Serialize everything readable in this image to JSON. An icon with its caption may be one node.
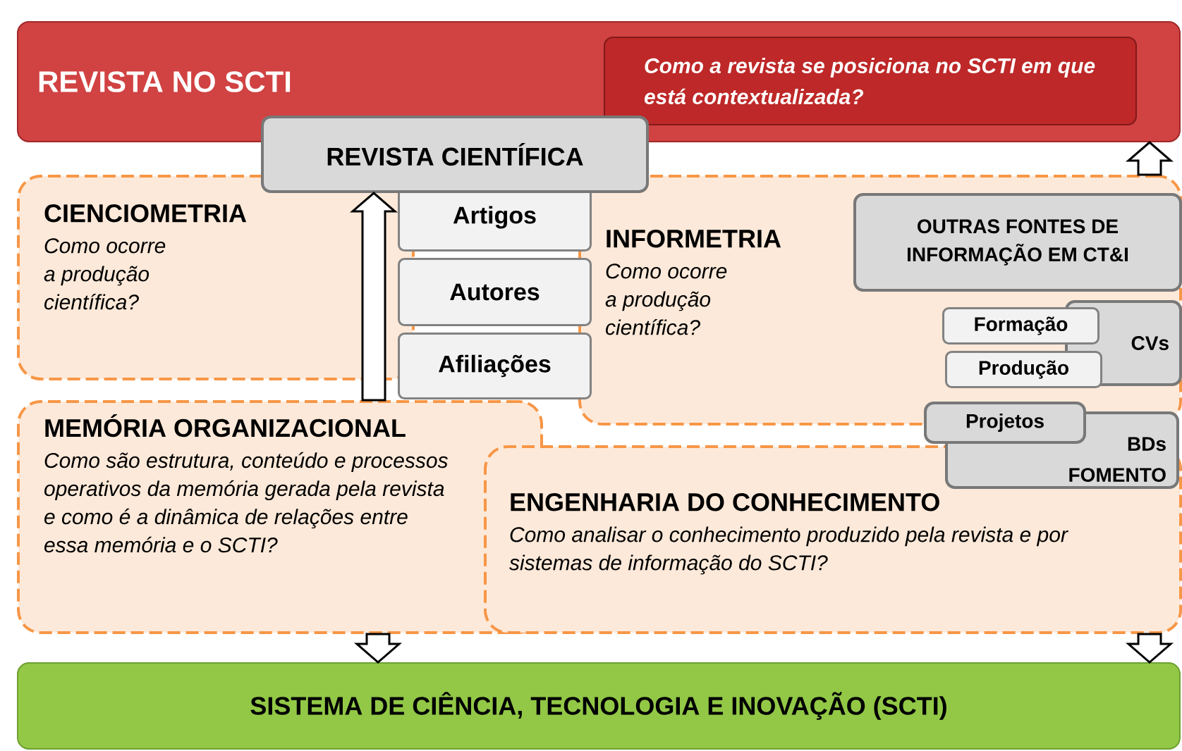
{
  "diagram": {
    "nodes": [
      {
        "text": [
          "REVISTA NO SCTI"
        ]
      },
      {
        "text": [
          "Como a revista se posiciona no SCTI em que está contextualizada?"
        ],
        "in": 0
      },
      {
        "text": [
          "REVISTA CIENTÍFICA"
        ]
      },
      {
        "text": [
          "Artigos"
        ]
      },
      {
        "text": [
          "Autores"
        ]
      },
      {
        "text": [
          "Afiliações"
        ]
      },
      {
        "text": [
          "CIENCIOMETRIA",
          "Como ocorre a produção científica?"
        ]
      },
      {
        "text": [
          "INFORMETRIA",
          "Como ocorre a produção científica?"
        ]
      },
      {
        "text": [
          "OUTRAS FONTES DE INFORMAÇÃO EM CT&I"
        ],
        "in": 7
      },
      {
        "text": [
          "CVs"
        ],
        "in": 7
      },
      {
        "text": [
          "Formação"
        ],
        "in": 7
      },
      {
        "text": [
          "Produção"
        ],
        "in": 7
      },
      {
        "text": [
          "BDs FOMENTO"
        ]
      },
      {
        "text": [
          "Projetos"
        ]
      },
      {
        "text": [
          "MEMÓRIA ORGANIZACIONAL",
          "Como são estrutura, conteúdo e processos operativos da memória gerada pela revista e como é a dinâmica de relações entre essa memória e o SCTI?"
        ]
      },
      {
        "text": [
          "ENGENHARIA DO CONHECIMENTO",
          "Como analisar o conhecimento produzido pela revista e por sistemas de informação do SCTI?"
        ]
      },
      {
        "text": [
          "SISTEMA DE CIÊNCIA, TECNOLOGIA E INOVAÇÃO (SCTI)"
        ]
      }
    ],
    "edges": [
      {
        "from": 14,
        "to": 2,
        "arrow": "to"
      },
      {
        "from": 7,
        "to": 0,
        "arrow": "to"
      },
      {
        "from": 14,
        "to": 16,
        "arrow": "to"
      },
      {
        "from": 15,
        "to": 16,
        "arrow": "to"
      }
    ]
  }
}
